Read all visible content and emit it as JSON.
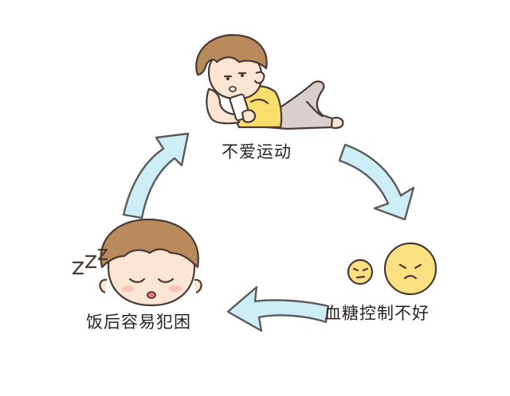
{
  "cycle": {
    "steps": [
      {
        "label": "不爱运动",
        "icon": "lying-boy-reading-phone"
      },
      {
        "label": "血糖控制不好",
        "icon": "unhappy-yellow-faces"
      },
      {
        "label": "饭后容易犯困",
        "icon": "sleeping-boy"
      }
    ],
    "sleep_marks": "Z Z Z",
    "colors": {
      "arrow_fill": "#cdeef6",
      "arrow_stroke": "#5b5a5a",
      "skin": "#fde5d3",
      "hair": "#b98a5c",
      "shirt": "#f8de6a",
      "pants": "#d9d0cd",
      "face_yellow": "#fce183",
      "text": "#2a2320"
    }
  }
}
